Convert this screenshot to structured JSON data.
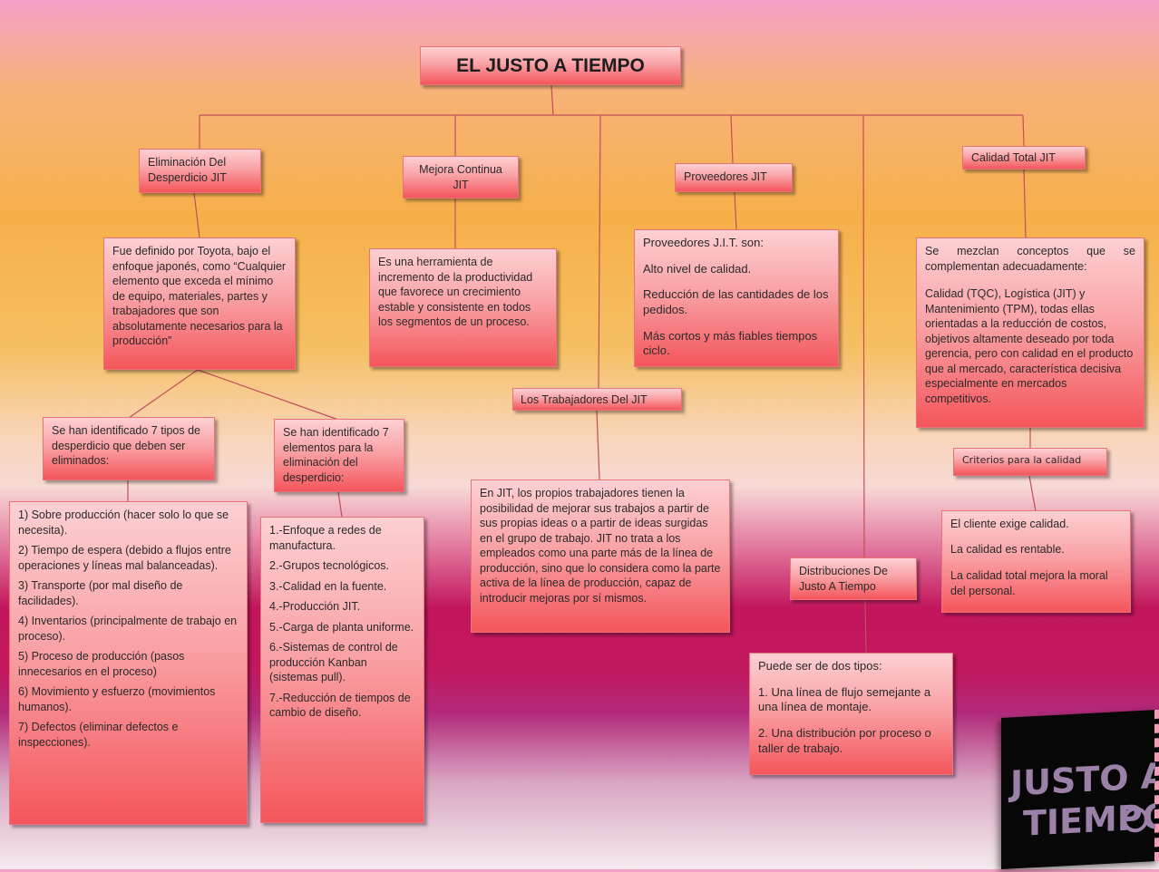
{
  "title": "EL JUSTO A TIEMPO",
  "branches": {
    "eliminacion": {
      "label": "Eliminación Del Desperdicio JIT",
      "definition": "Fue definido por Toyota, bajo el enfoque japonés, como “Cualquier elemento que exceda el mínimo de equipo, materiales, partes y trabajadores que son absolutamente necesarios para la producción”",
      "tipos": {
        "label": "Se han identificado 7 tipos de desperdicio que deben ser eliminados:",
        "items": [
          "1) Sobre producción (hacer solo lo que se necesita).",
          "2) Tiempo de espera (debido a flujos entre operaciones y líneas mal balanceadas).",
          "3) Transporte (por mal diseño de facilidades).",
          "4) Inventarios (principalmente de trabajo en proceso).",
          "5) Proceso de producción (pasos innecesarios en el proceso)",
          "6) Movimiento y esfuerzo (movimientos humanos).",
          "7) Defectos (eliminar defectos e inspecciones)."
        ]
      },
      "elementos": {
        "label": "Se han identificado 7 elementos para la eliminación del desperdicio:",
        "items": [
          "1.-Enfoque a redes de manufactura.",
          "2.-Grupos tecnológicos.",
          "3.-Calidad en la fuente.",
          "4.-Producción JIT.",
          "5.-Carga de planta uniforme.",
          "6.-Sistemas de control de producción Kanban (sistemas pull).",
          "7.-Reducción de tiempos de cambio de diseño."
        ]
      }
    },
    "mejora": {
      "label": "Mejora Continua JIT",
      "text": "Es una herramienta de incremento de la productividad que favorece un crecimiento estable y consistente en todos los segmentos de un proceso."
    },
    "trabajadores": {
      "label": "Los Trabajadores Del JIT",
      "text": "En JIT, los propios trabajadores tienen la posibilidad de mejorar sus trabajos a partir de sus  propias ideas o a partir de ideas surgidas en el grupo de trabajo. JIT no trata a los empleados como una parte más de la línea de producción, sino que lo considera como la parte activa de la línea de producción, capaz de introducir mejoras por sí mismos."
    },
    "proveedores": {
      "label": "Proveedores JIT",
      "items": [
        "Proveedores J.I.T. son:",
        "Alto nivel de calidad.",
        "Reducción de las cantidades de los pedidos.",
        "Más cortos y más fiables tiempos ciclo."
      ]
    },
    "distribuciones": {
      "label": "Distribuciones De Justo A  Tiempo",
      "items": [
        "Puede ser de dos tipos:",
        "1. Una línea de flujo semejante a una línea de montaje.",
        "2. Una distribución por proceso o taller de trabajo."
      ]
    },
    "calidad": {
      "label": "Calidad  Total JIT",
      "intro": "Se mezclan conceptos que se complementan adecuadamente:",
      "text": "Calidad (TQC), Logística (JIT) y Mantenimiento (TPM), todas ellas orientadas a la reducción de costos, objetivos altamente deseado por toda gerencia, pero con calidad en el producto que al mercado, característica decisiva especialmente en mercados competitivos.",
      "criterios": {
        "label": "Criterios para la calidad",
        "items": [
          "El cliente exige calidad.",
          "La calidad es rentable.",
          "La calidad total mejora la moral del personal."
        ]
      }
    }
  },
  "logo": {
    "line1": "JUSTO A",
    "line2": "TIEMPO"
  },
  "colors": {
    "box_top": "#fdd0d3",
    "box_bottom": "#f4565b",
    "connector": "#c0505a",
    "logo_bg": "#070707",
    "logo_text": "#9b80a8"
  }
}
